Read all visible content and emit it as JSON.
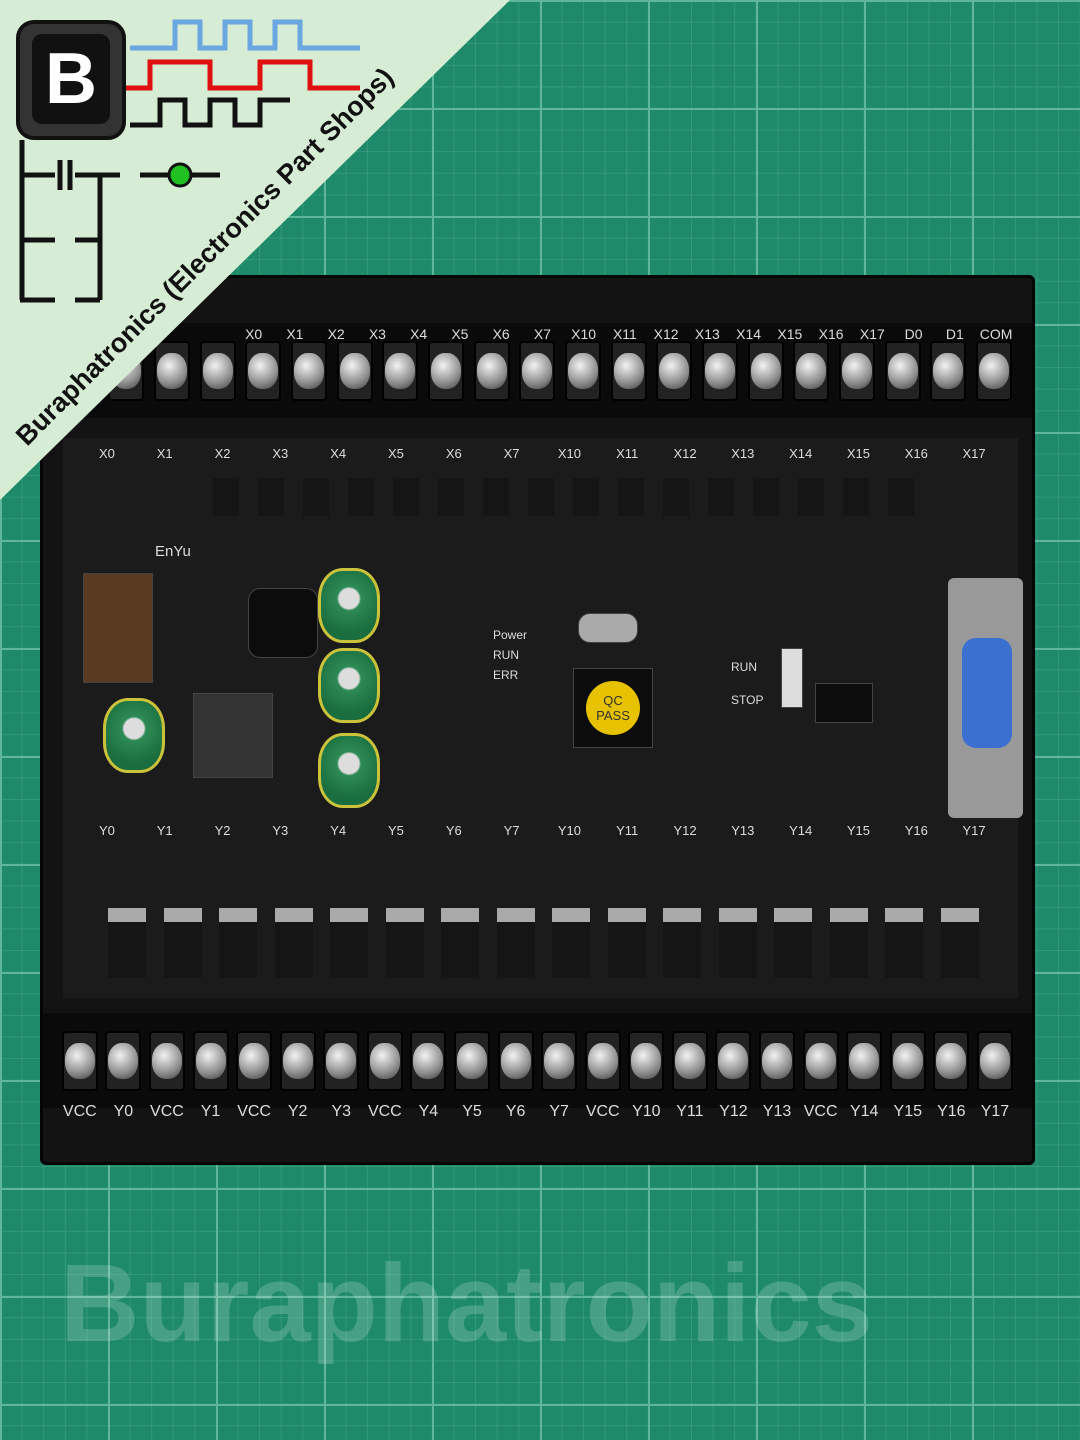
{
  "banner": {
    "logo_letter": "B",
    "shop_name": "Buraphatronics (Electronics Part Shops)",
    "colors": {
      "wave1": "#6aa6e0",
      "wave2": "#e01010",
      "wave3": "#111111",
      "lamp": "#1fc01f"
    }
  },
  "watermark": "Buraphatronics",
  "board": {
    "brand": "EnYu",
    "top_labels": [
      "X0",
      "X1",
      "X2",
      "X3",
      "X4",
      "X5",
      "X6",
      "X7",
      "X10",
      "X11",
      "X12",
      "X13",
      "X14",
      "X15",
      "X16",
      "X17",
      "D0",
      "D1",
      "COM"
    ],
    "input_led_labels": [
      "X0",
      "X1",
      "X2",
      "X3",
      "X4",
      "X5",
      "X6",
      "X7",
      "X10",
      "X11",
      "X12",
      "X13",
      "X14",
      "X15",
      "X16",
      "X17"
    ],
    "output_led_labels": [
      "Y0",
      "Y1",
      "Y2",
      "Y3",
      "Y4",
      "Y5",
      "Y6",
      "Y7",
      "Y10",
      "Y11",
      "Y12",
      "Y13",
      "Y14",
      "Y15",
      "Y16",
      "Y17"
    ],
    "bottom_labels": [
      "VCC",
      "Y0",
      "VCC",
      "Y1",
      "VCC",
      "Y2",
      "Y3",
      "VCC",
      "Y4",
      "Y5",
      "Y6",
      "Y7",
      "VCC",
      "Y10",
      "Y11",
      "Y12",
      "Y13",
      "VCC",
      "Y14",
      "Y15",
      "Y16",
      "Y17"
    ],
    "status_leds": {
      "power": "Power",
      "run": "RUN",
      "err": "ERR"
    },
    "switch": {
      "run": "RUN",
      "stop": "STOP"
    },
    "qc_sticker": {
      "line1": "QC",
      "line2": "PASS"
    }
  }
}
